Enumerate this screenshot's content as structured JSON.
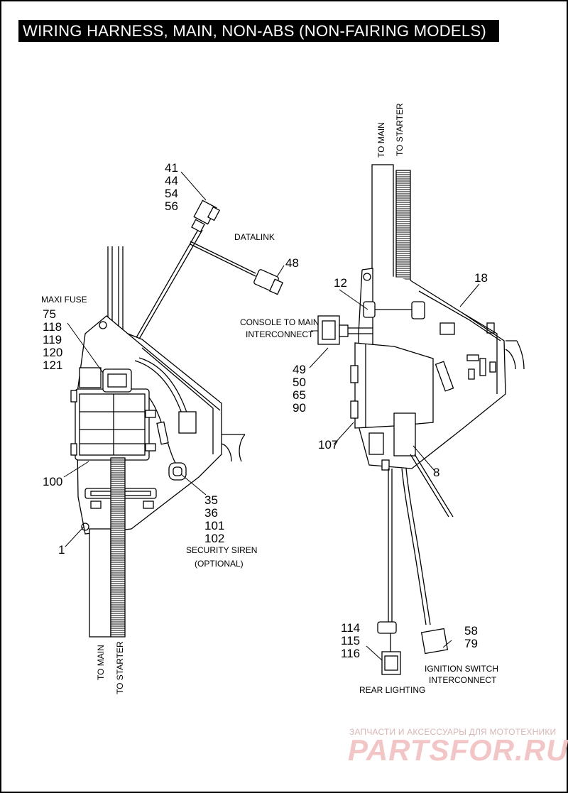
{
  "title": "WIRING HARNESS, MAIN, NON-ABS (NON-FAIRING MODELS)",
  "left_view": {
    "callout_41_group": [
      "41",
      "44",
      "54",
      "56"
    ],
    "datalink_label": "DATALINK",
    "callout_48": "48",
    "maxi_fuse_label": "MAXI FUSE",
    "callout_75_group": [
      "75",
      "118",
      "119",
      "120",
      "121"
    ],
    "callout_100": "100",
    "callout_1": "1",
    "callout_35_group": [
      "35",
      "36",
      "101",
      "102"
    ],
    "security_siren_label": "SECURITY SIREN",
    "optional_label": "(OPTIONAL)",
    "to_main_label": "TO MAIN",
    "to_starter_label": "TO STARTER"
  },
  "right_view": {
    "to_main_label": "TO MAIN",
    "to_starter_label": "TO STARTER",
    "callout_12": "12",
    "callout_18": "18",
    "console_label_1": "CONSOLE TO MAIN",
    "console_label_2": "INTERCONNECT",
    "callout_49_group": [
      "49",
      "50",
      "65",
      "90"
    ],
    "callout_107": "107",
    "callout_8": "8",
    "callout_114_group": [
      "114",
      "115",
      "116"
    ],
    "rear_lighting_label": "REAR LIGHTING",
    "callout_58_group": [
      "58",
      "79"
    ],
    "ignition_label_1": "IGNITION SWITCH",
    "ignition_label_2": "INTERCONNECT"
  },
  "watermark": {
    "line1": "ЗАПЧАСТИ И АКСЕССУАРЫ ДЛЯ МОТОТЕХНИКИ",
    "line2": "PARTSFOR.RU"
  }
}
